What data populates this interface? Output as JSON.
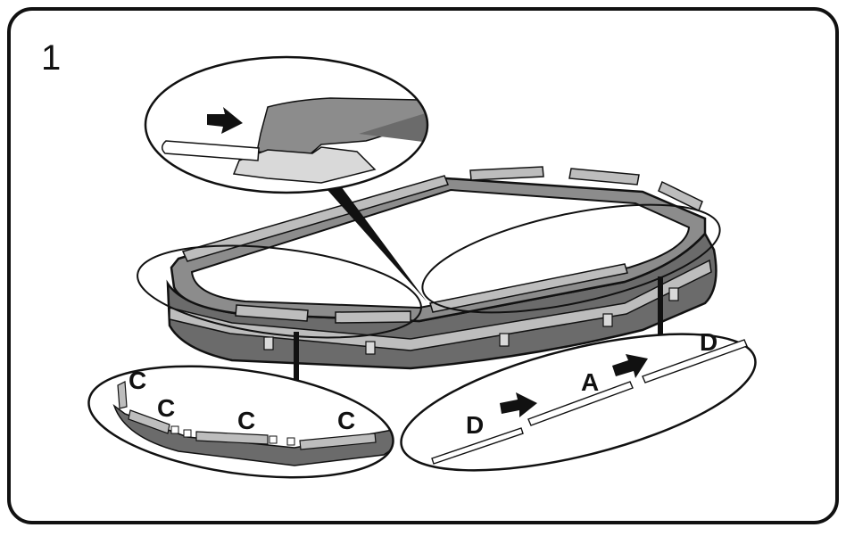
{
  "step": {
    "number": "1"
  },
  "bottom_left_callout": {
    "labels": [
      "C",
      "C",
      "C",
      "C"
    ]
  },
  "bottom_right_callout": {
    "labels": [
      "D",
      "A",
      "D"
    ]
  },
  "colors": {
    "frame": "#111111",
    "wall_dark": "#6b6b6b",
    "wall_mid": "#8c8c8c",
    "rail_light": "#bdbdbd",
    "highlight": "#d9d9d9"
  },
  "icons": [
    "arrow-right-icon"
  ]
}
